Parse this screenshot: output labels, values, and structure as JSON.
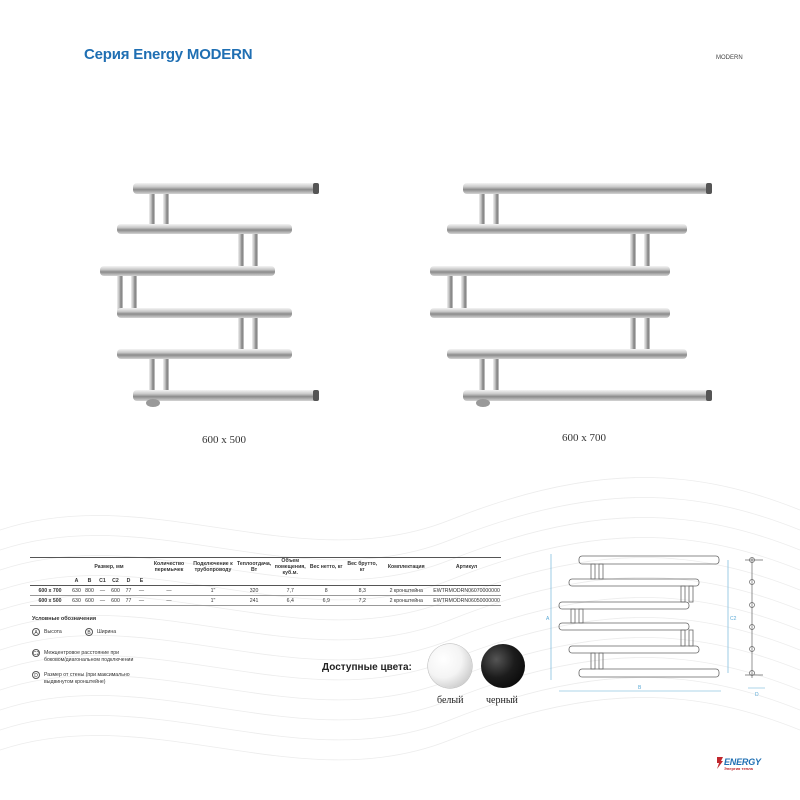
{
  "header": {
    "title": "Серия Energy MODERN",
    "series_tag": "MODERN"
  },
  "products": [
    {
      "size_label": "600 x 500"
    },
    {
      "size_label": "600 x 700"
    }
  ],
  "spec_table": {
    "group_header": "Размер, мм",
    "col_headers": [
      "Количество перемычек",
      "Подключение к трубопроводу",
      "Теплоотдача, Вт",
      "Объем помещения, куб.м.",
      "Вес нетто, кг",
      "Вес брутто, кг",
      "Комплектация",
      "Артикул"
    ],
    "dim_headers": [
      "A",
      "B",
      "C1",
      "C2",
      "D",
      "E"
    ],
    "rows": [
      {
        "model": "600 x 700",
        "A": "630",
        "B": "800",
        "C1": "—",
        "C2": "600",
        "D": "77",
        "E": "—",
        "jumpers": "—",
        "connection": "1\"",
        "heat": "320",
        "volume": "7,7",
        "net": "8",
        "gross": "8,3",
        "kit": "2 кронштейна",
        "article": "EWTRMODRN06070000000"
      },
      {
        "model": "600 x 500",
        "A": "630",
        "B": "600",
        "C1": "—",
        "C2": "600",
        "D": "77",
        "E": "—",
        "jumpers": "—",
        "connection": "1\"",
        "heat": "241",
        "volume": "6,4",
        "net": "6,9",
        "gross": "7,2",
        "kit": "2 кронштейна",
        "article": "EWTRMODRN06050000000"
      }
    ]
  },
  "legend": {
    "title": "Условные обозначения",
    "items": [
      {
        "code": "A",
        "text": "Высота"
      },
      {
        "code": "B",
        "text": "Ширина"
      },
      {
        "code": "C2",
        "text": "Межцентровое расстояние при боковом/диагональном подключении"
      },
      {
        "code": "D",
        "text": "Размер от стены (при максимально выдвинутом кронштейне)"
      }
    ]
  },
  "colors": {
    "title": "Доступные цвета:",
    "options": [
      {
        "name": "белый",
        "hex": "#ffffff"
      },
      {
        "name": "черный",
        "hex": "#111111"
      }
    ]
  },
  "drawing": {
    "labels": {
      "A": "A",
      "B": "B",
      "C2": "C2",
      "D": "D"
    },
    "accent": "#5aa9d6"
  },
  "logo": {
    "name": "ENERGY",
    "sub": "Энергия тепла"
  }
}
